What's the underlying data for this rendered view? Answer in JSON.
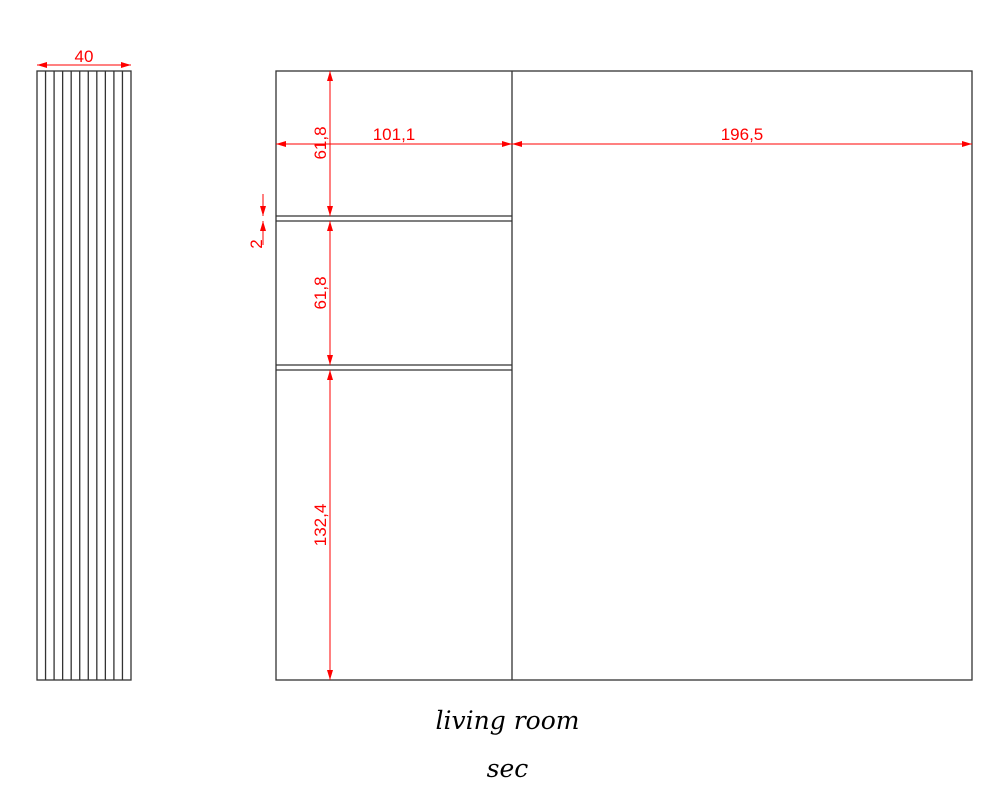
{
  "drawing": {
    "side_panel_width": "40",
    "compartment_width": "101,1",
    "right_width": "196,5",
    "top_height": "61,8",
    "shelf_thickness": "2",
    "middle_height": "61,8",
    "bottom_height": "132,4",
    "line_color": "#333333",
    "dimension_color": "#ff0000"
  },
  "caption": {
    "title": "living room",
    "subtitle": "sec"
  }
}
